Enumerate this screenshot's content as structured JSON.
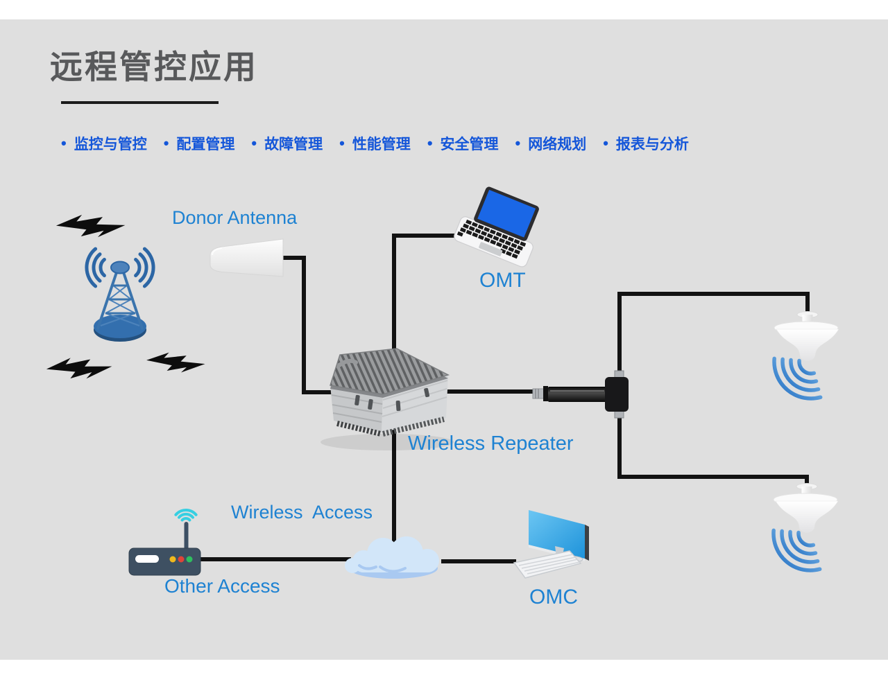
{
  "header": {
    "title": "远程管控应用"
  },
  "features": {
    "items": [
      "监控与管控",
      "配置管理",
      "故障管理",
      "性能管理",
      "安全管理",
      "网络规划",
      "报表与分析"
    ]
  },
  "diagram": {
    "labels": {
      "donor_antenna": "Donor Antenna",
      "omt": "OMT",
      "wireless_repeater": "Wireless Repeater",
      "wireless_access": "Wireless  Access",
      "other_access": "Other Access",
      "omc": "OMC"
    },
    "icons": {
      "cell_tower": "cell-tower-icon",
      "lightning": "lightning-bolt-icon",
      "donor_antenna": "donor-antenna-icon",
      "laptop": "laptop-icon",
      "repeater": "repeater-box-icon",
      "splitter": "rf-splitter-icon",
      "ceiling_antenna": "ceiling-antenna-icon",
      "router": "router-icon",
      "wifi": "wifi-signal-icon",
      "cloud": "network-cloud-icon",
      "desktop": "desktop-monitor-icon",
      "keyboard": "keyboard-icon"
    }
  },
  "colors": {
    "panel-bg": "#dfdfdf",
    "title-color": "#58595b",
    "accent-feature": "#1456d9",
    "accent-label": "#1e82d2",
    "wire-color": "#121212",
    "tower-blue": "#3470ae",
    "wifi-cyan": "#36cfe2",
    "cloud-blue": "#d2e6f9"
  }
}
